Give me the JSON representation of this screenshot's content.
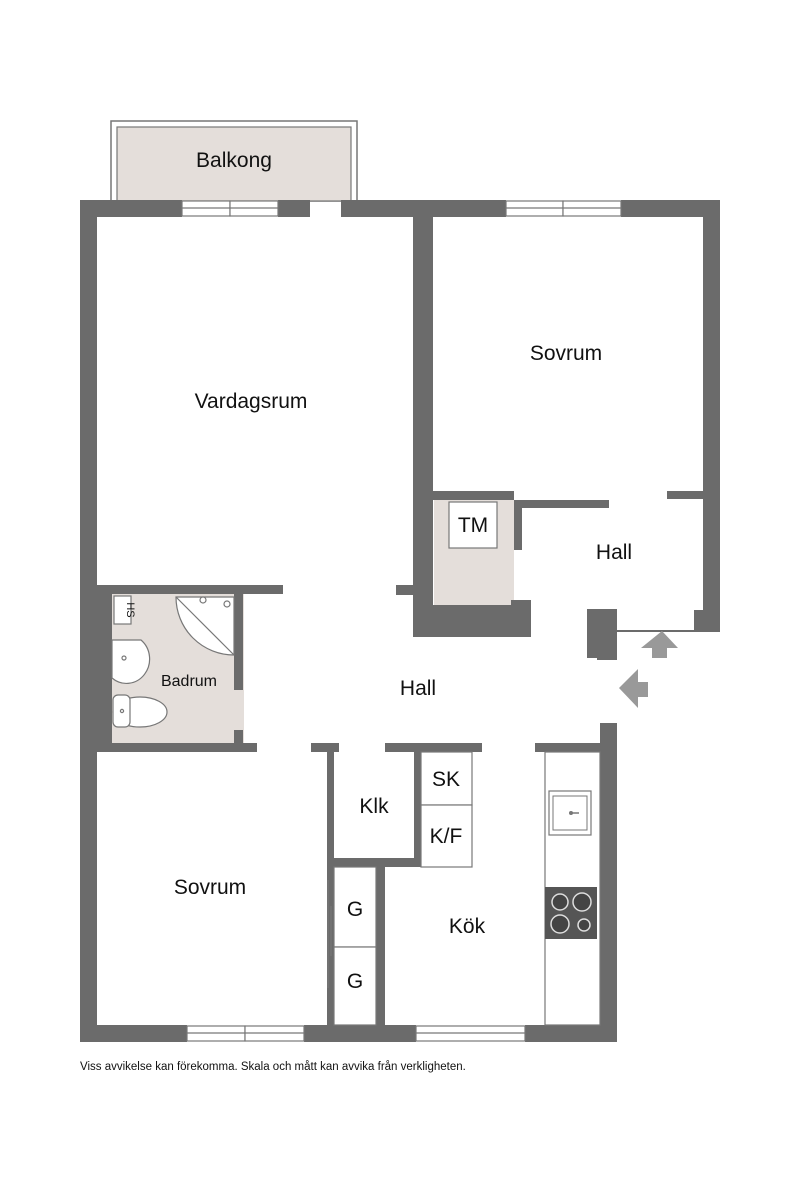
{
  "colors": {
    "wall": "#6b6b6b",
    "wet_floor": "#e4deda",
    "fixture_stroke": "#777777",
    "arrow": "#999999"
  },
  "rooms": {
    "balcony": "Balkong",
    "living_room": "Vardagsrum",
    "bedroom_top": "Sovrum",
    "laundry": "TM",
    "hall_entry": "Hall",
    "bathroom": "Badrum",
    "bathroom_cabinet": "HS",
    "hall_main": "Hall",
    "closet": "Klk",
    "storage_sk": "SK",
    "fridge_freezer": "K/F",
    "bedroom_bottom": "Sovrum",
    "wardrobe_1": "G",
    "wardrobe_2": "G",
    "kitchen": "Kök"
  },
  "disclaimer": "Viss avvikelse kan förekomma. Skala och mått kan avvika från verkligheten."
}
